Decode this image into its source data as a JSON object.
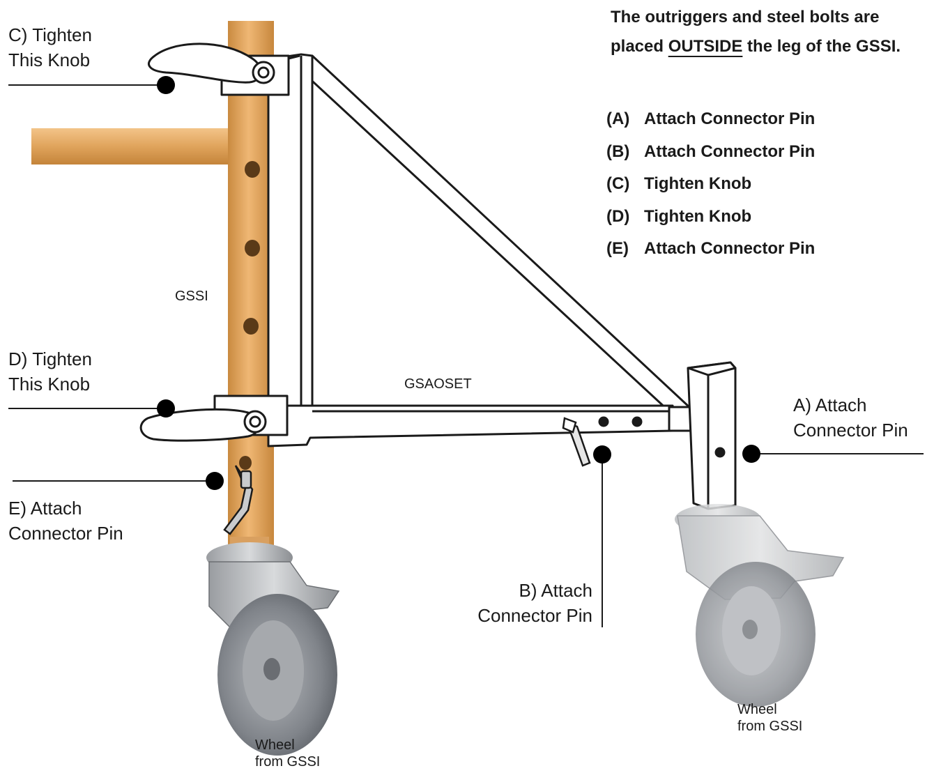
{
  "instruction": {
    "part1": "The outriggers and steel bolts are placed ",
    "emphasis": "OUTSIDE",
    "part2": " the leg of the GSSI."
  },
  "steps": [
    {
      "letter": "(A)",
      "text": "Attach Connector Pin"
    },
    {
      "letter": "(B)",
      "text": "Attach Connector Pin"
    },
    {
      "letter": "(C)",
      "text": "Tighten Knob"
    },
    {
      "letter": "(D)",
      "text": "Tighten Knob"
    },
    {
      "letter": "(E)",
      "text": "Attach Connector Pin"
    }
  ],
  "callouts": {
    "c": {
      "line1": "C)  Tighten",
      "line2": "This Knob"
    },
    "d": {
      "line1": "D)  Tighten",
      "line2": "This Knob"
    },
    "e": {
      "line1": "E)  Attach",
      "line2": "Connector Pin"
    },
    "b": {
      "line1": "B)  Attach",
      "line2": "Connector Pin"
    },
    "a": {
      "line1": "A)  Attach",
      "line2": "Connector Pin"
    }
  },
  "part_labels": {
    "gssi": "GSSI",
    "gsaoset": "GSAOSET",
    "wheel_left": {
      "line1": "Wheel",
      "line2": "from GSSI"
    },
    "wheel_right": {
      "line1": "Wheel",
      "line2": "from GSSI"
    }
  },
  "colors": {
    "frame_orange": "#e0a45c",
    "outline": "#1a1a1a",
    "wheel_gray": "#8a8d92"
  }
}
